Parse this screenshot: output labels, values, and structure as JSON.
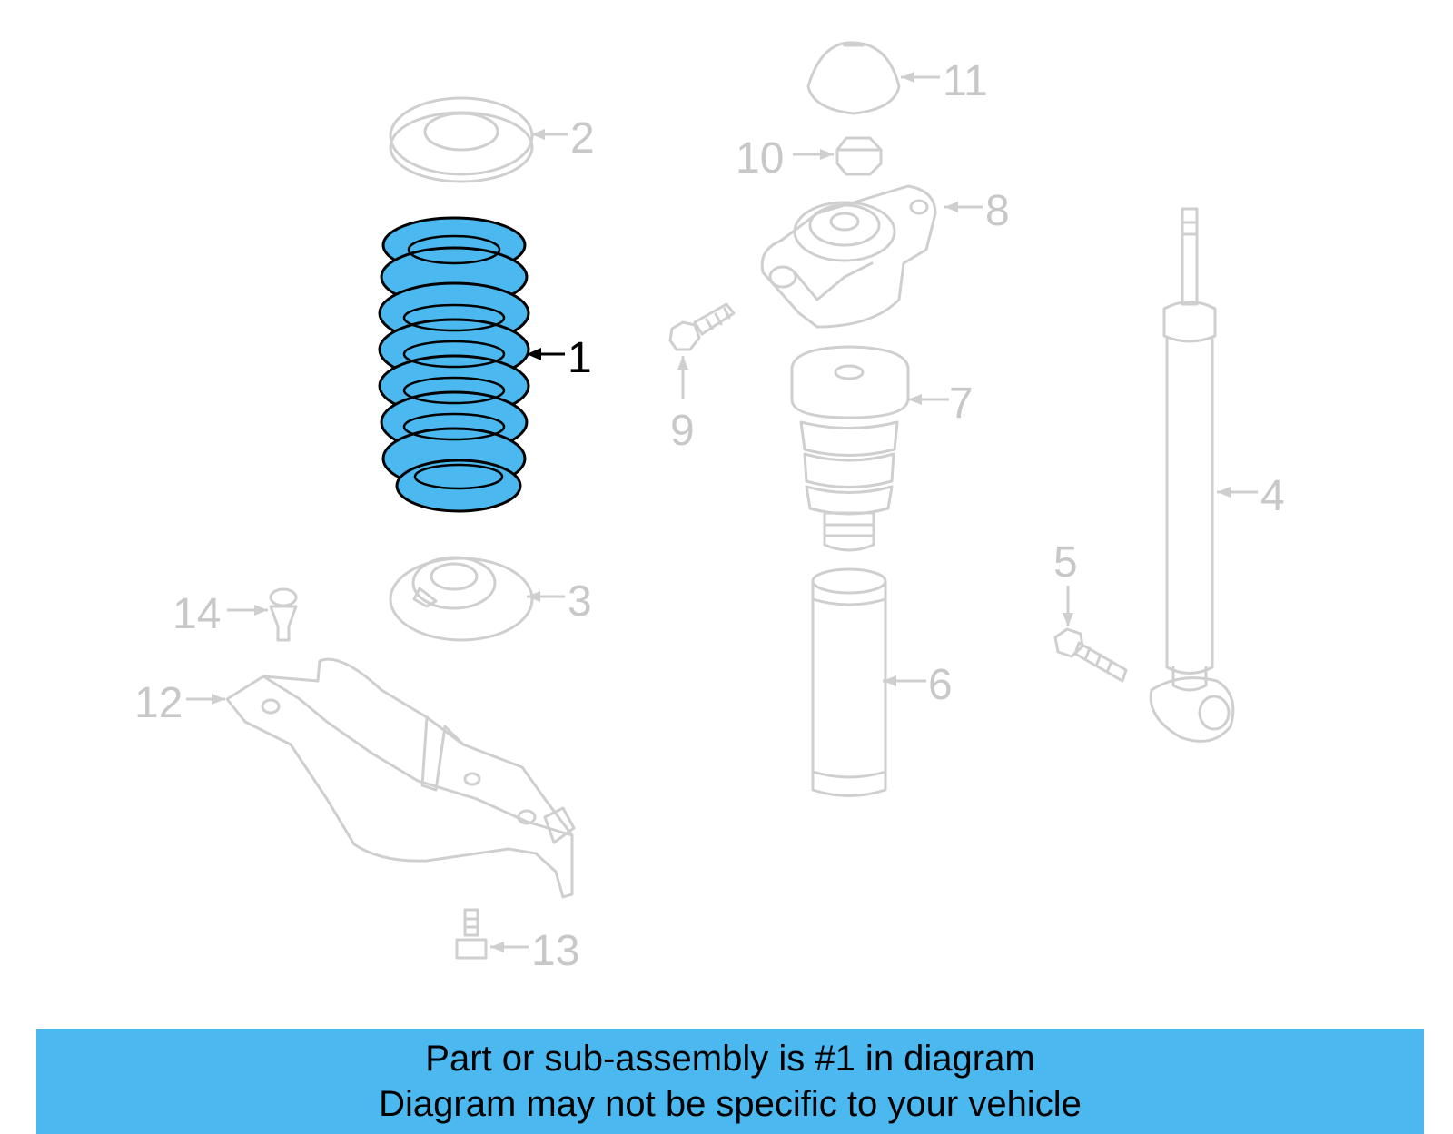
{
  "highlight_color": "#4bb8f0",
  "callouts": {
    "c1": "1",
    "c2": "2",
    "c3": "3",
    "c4": "4",
    "c5": "5",
    "c6": "6",
    "c7": "7",
    "c8": "8",
    "c9": "9",
    "c10": "10",
    "c11": "11",
    "c12": "12",
    "c13": "13",
    "c14": "14"
  },
  "highlighted_part": "1",
  "banner": {
    "line1": "Part or sub-assembly is #1 in diagram",
    "line2": "Diagram may not be specific to your vehicle"
  }
}
